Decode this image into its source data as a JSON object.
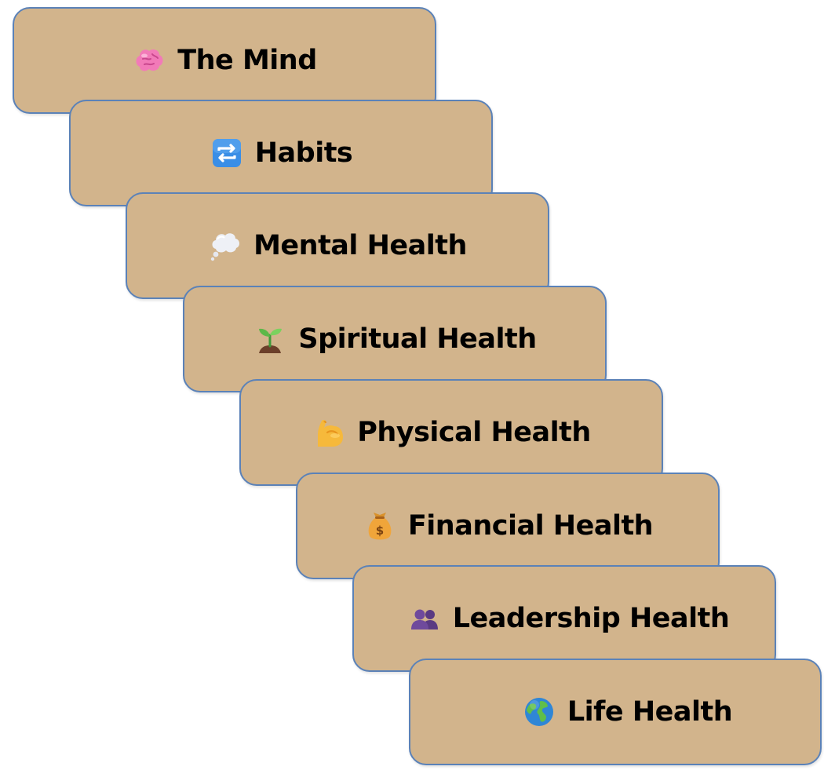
{
  "colors": {
    "card_fill": "#d2b48c",
    "card_border": "#5b82b8"
  },
  "cards": [
    {
      "label": "The Mind",
      "icon": "brain-icon"
    },
    {
      "label": "Habits",
      "icon": "repeat-icon"
    },
    {
      "label": "Mental Health",
      "icon": "thought-bubble-icon"
    },
    {
      "label": "Spiritual Health",
      "icon": "seedling-icon"
    },
    {
      "label": "Physical Health",
      "icon": "flexed-biceps-icon"
    },
    {
      "label": "Financial Health",
      "icon": "money-bag-icon"
    },
    {
      "label": "Leadership Health",
      "icon": "people-icon"
    },
    {
      "label": "Life Health",
      "icon": "globe-icon"
    }
  ]
}
